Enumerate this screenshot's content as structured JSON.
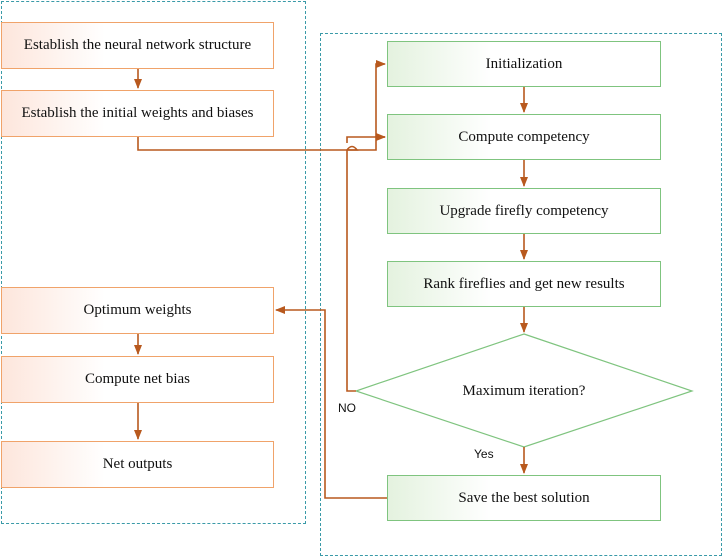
{
  "colors": {
    "arrow": "#b8591e",
    "panel_border": "#3a9aa8",
    "orange_border": "#f0a36a",
    "green_border": "#7fc47f"
  },
  "left_panel": {
    "boxes": [
      "Establish the neural network structure",
      "Establish the initial weights and biases",
      "Optimum weights",
      "Compute net bias",
      "Net outputs"
    ]
  },
  "right_panel": {
    "boxes": [
      "Initialization",
      "Compute competency",
      "Upgrade firefly competency",
      "Rank fireflies and get new results"
    ],
    "decision": "Maximum iteration?",
    "final": "Save the best solution"
  },
  "labels": {
    "no": "NO",
    "yes": "Yes"
  }
}
